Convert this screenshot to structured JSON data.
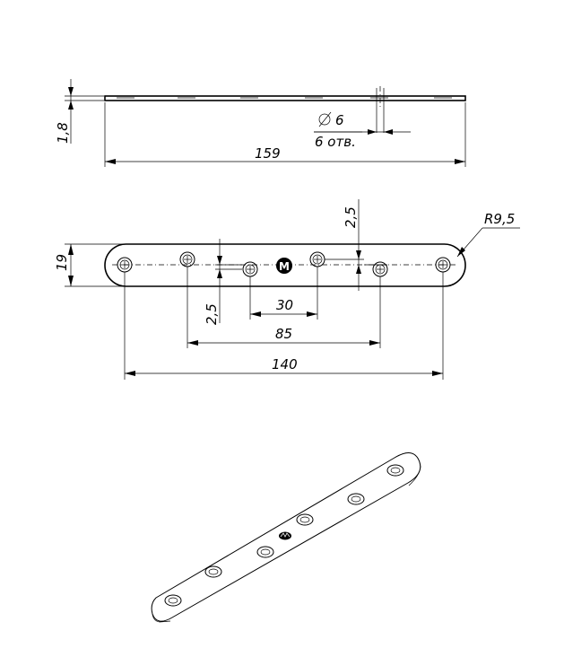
{
  "dimensions": {
    "thickness": "1,8",
    "overall_length": "159",
    "hole_diameter": "6",
    "hole_count_note": "6 отв.",
    "offset_top": "2,5",
    "offset_bottom": "2,5",
    "width": "19",
    "radius": "R9,5",
    "inner_spacing": "30",
    "middle_spacing": "85",
    "outer_spacing": "140"
  },
  "marking": "M"
}
